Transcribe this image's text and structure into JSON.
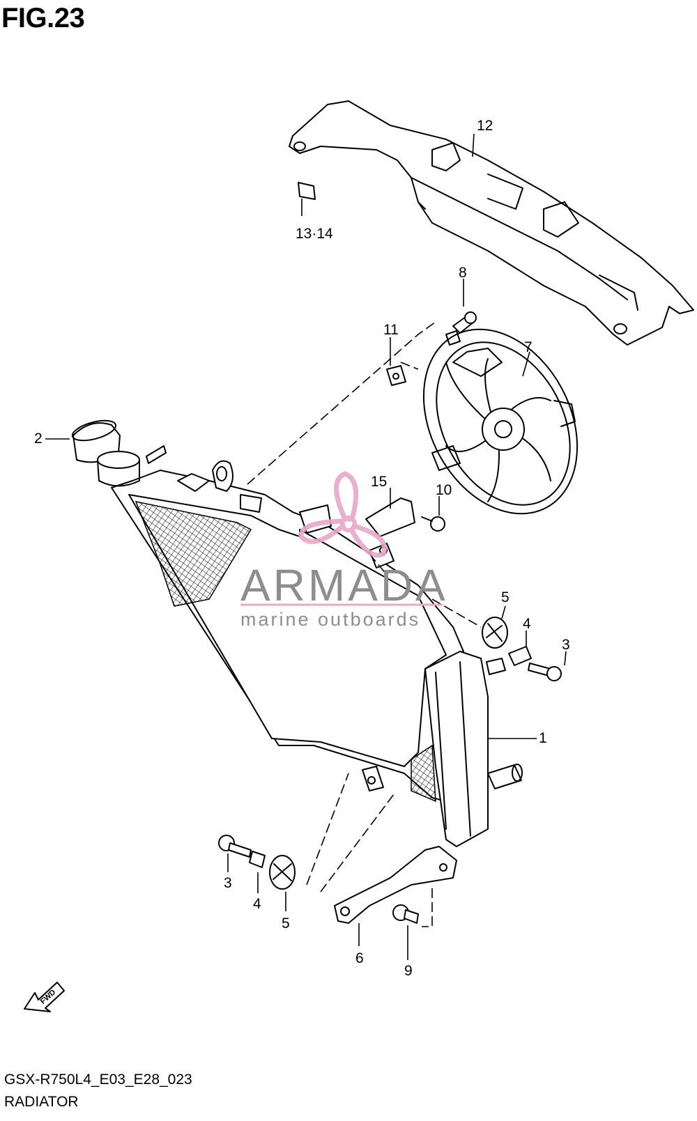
{
  "figure": {
    "title": "FIG.23",
    "code": "GSX-R750L4_E03_E28_023",
    "name": "RADIATOR"
  },
  "callouts": [
    "1",
    "2",
    "3",
    "3",
    "4",
    "4",
    "5",
    "5",
    "6",
    "7",
    "8",
    "9",
    "10",
    "11",
    "12",
    "13·14",
    "15"
  ],
  "fwd_label": "FWD",
  "watermark": {
    "brand": "ARMADA",
    "tagline": "marine outboards",
    "accent_color": "#e8a6c9",
    "text_color": "#8d8d8d"
  }
}
